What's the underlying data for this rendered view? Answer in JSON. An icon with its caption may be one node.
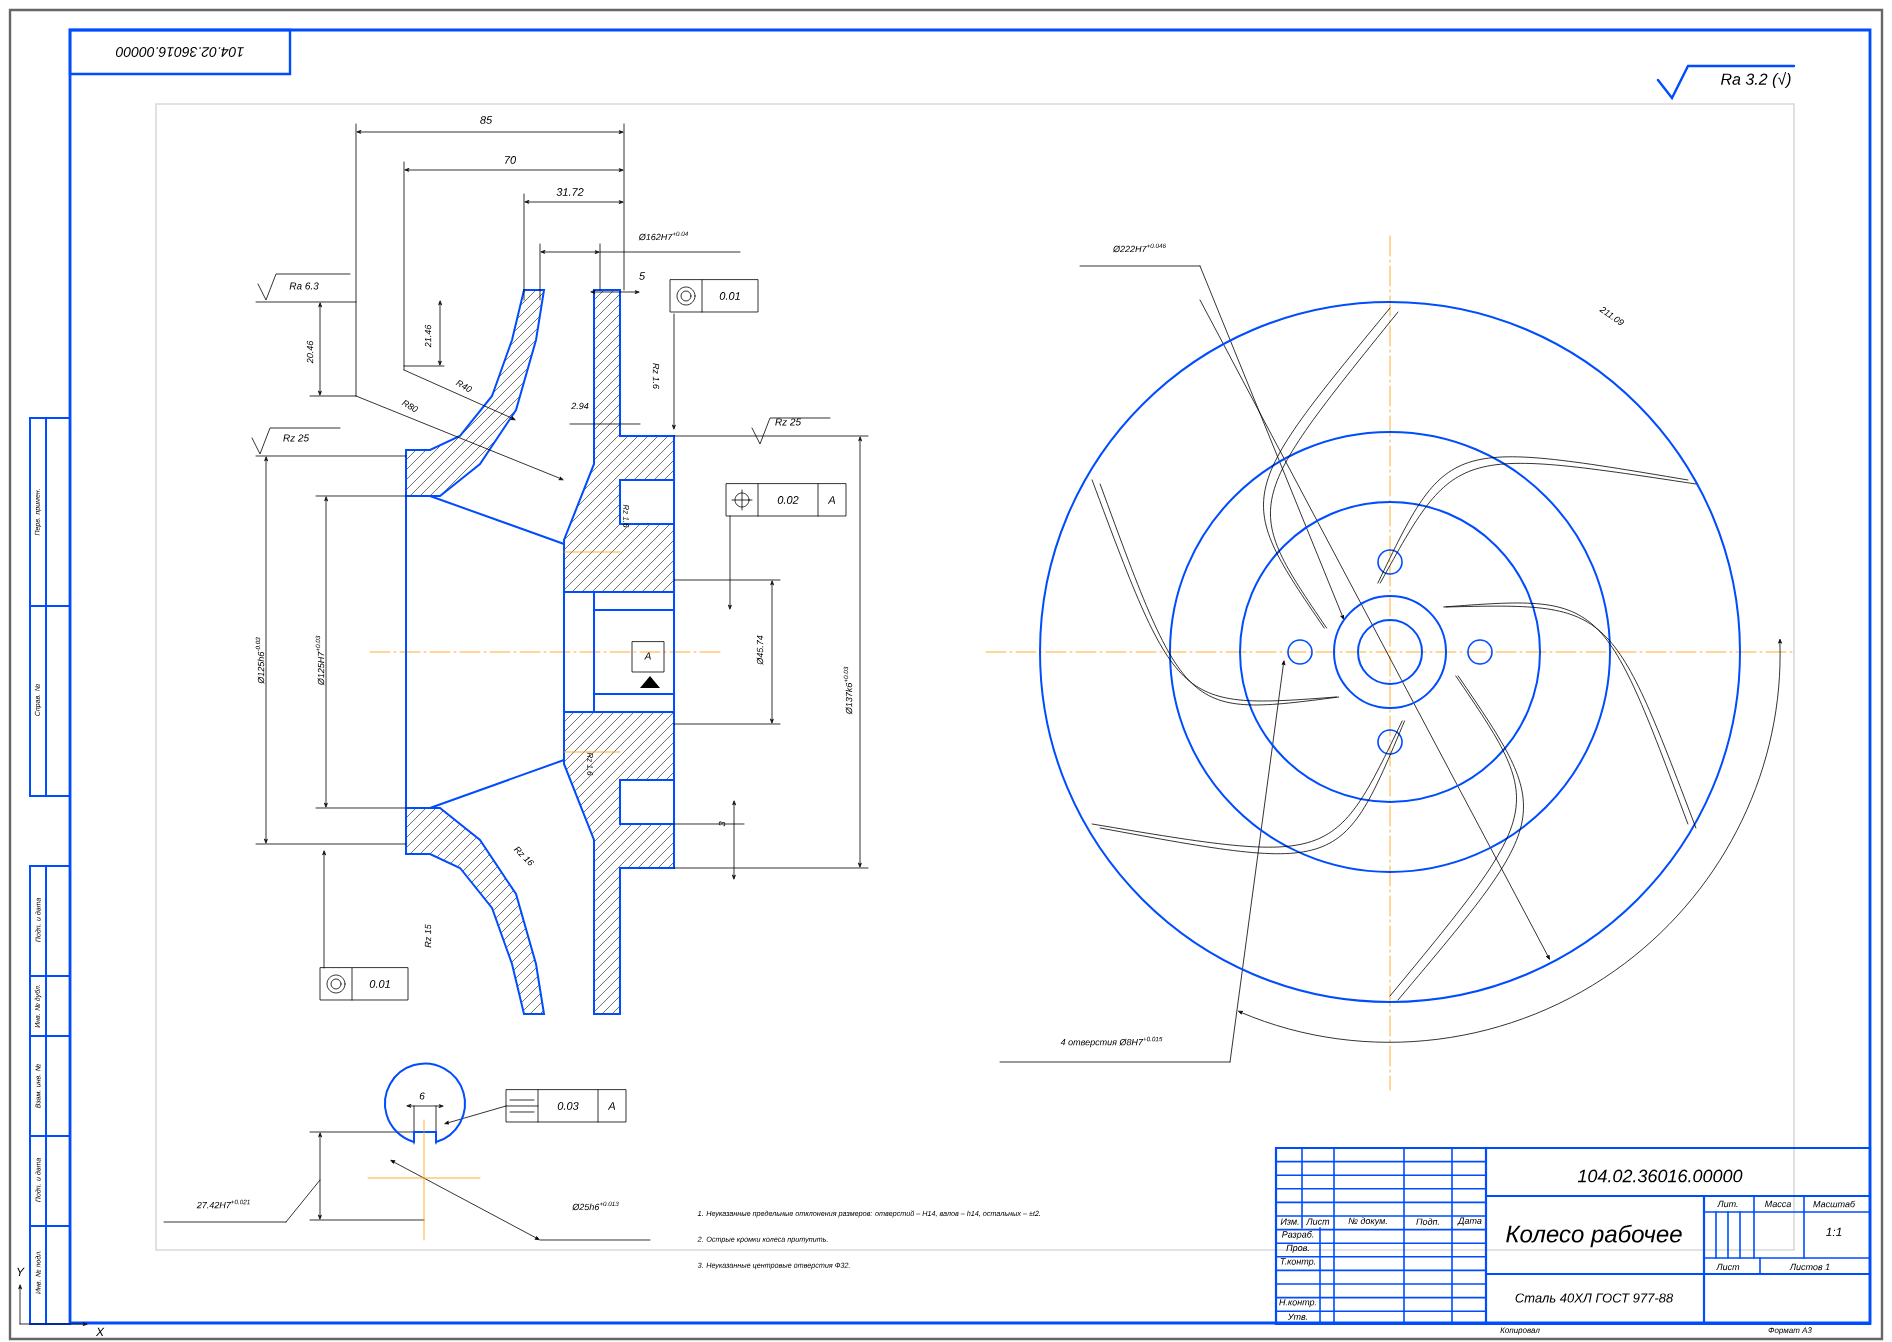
{
  "diagram": {
    "labels": [
      "104.02.36016.00000",
      "Ra 3.2 (√)",
      "85",
      "70",
      "31.72",
      "Ø162H7$^{+0.04}$",
      "5",
      "0.01",
      "Ra 6.3",
      "20.46",
      "21.46",
      "R40",
      "R80",
      "2.94",
      "Rz 1.6",
      "Rz 25",
      "Rz 25",
      "0.02",
      "A",
      "Rz 1.6",
      "Ø125h6$^{-0.03}$",
      "Ø125H7$^{+0.03}$",
      "A",
      "Ø45.74",
      "Ø137k6$^{+0.03}$",
      "3",
      "Rz 1.6",
      "Rz 16",
      "0.01",
      "Ø222H7$^{+0.046}$",
      "211.09",
      "4 отверстия Ø8H7$^{+0.015}$",
      "6",
      "0.03",
      "A",
      "27.42H7$^{+0.021}$",
      "Ø25h6$^{+0.013}$",
      "1. Неуказанные предельные отклонения размеров: отверстий – H14, валов – h14, остальных – ±t2.",
      "2. Острые кромки колеса притупить.",
      "3. Неуказанные центровые отверстия Ф32.",
      "104.02.36016.00000",
      "Колесо рабочее",
      "Сталь 40ХЛ ГОСТ 977-88",
      "Изм.",
      "Лист",
      "№ докум.",
      "Подп.",
      "Дата",
      "Разраб.",
      "Пров.",
      "Т.контр.",
      "Н.контр.",
      "Утв.",
      "Лит.",
      "Масса",
      "Масштаб",
      "1:1",
      "Лист",
      "Листов 1",
      "Копировал",
      "Формат А3",
      "Перв. примен.",
      "Справ. №",
      "Подп. и дата",
      "Инв. № дубл.",
      "Взам. инв. №",
      "Подп. и дата",
      "Инв. № подл.",
      "Y",
      "X",
      "Rz 15"
    ]
  }
}
